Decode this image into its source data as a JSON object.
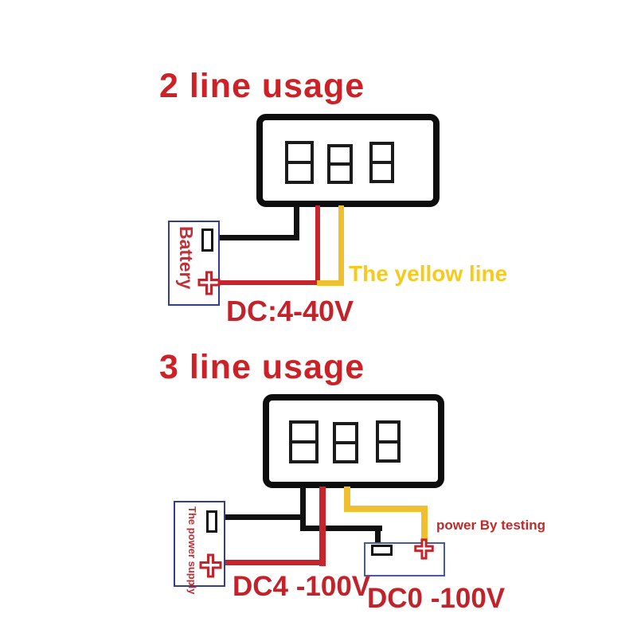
{
  "diagram": {
    "section_2line": {
      "title": "2 line usage",
      "battery_label": "Battery",
      "voltage_label": "DC:4-40V",
      "yellow_note": "The yellow line"
    },
    "section_3line": {
      "title": "3 line usage",
      "supply_label": "The power supply",
      "voltage_left": "DC4 -100V",
      "voltage_right": "DC0 -100V",
      "testing_note": "power By testing"
    },
    "display_digit_count": 3,
    "colors": {
      "title_red": "#cb2127",
      "wire_red": "#c8242b",
      "wire_yellow": "#efbf30",
      "wire_black": "#111111",
      "box_border_navy": "#333e8f",
      "yellow_text": "#f6ca1d"
    }
  }
}
